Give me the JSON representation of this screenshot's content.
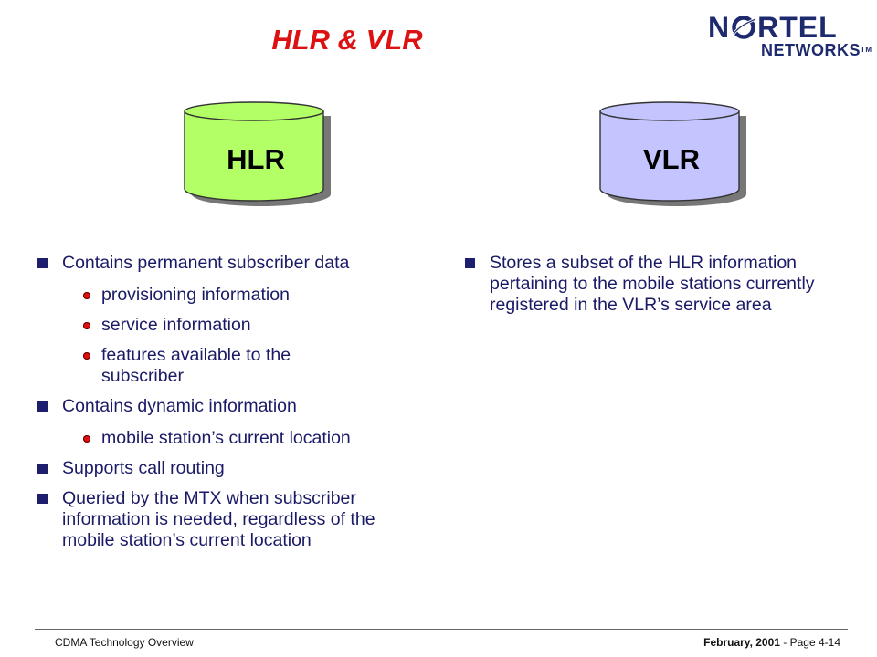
{
  "slide": {
    "title": "HLR & VLR"
  },
  "logo": {
    "line1_a": "N",
    "line1_b": "RTEL",
    "line2": "NETWORKS",
    "trademark": "TM"
  },
  "cylinders": {
    "hlr": {
      "label": "HLR",
      "color": "#b3ff66"
    },
    "vlr": {
      "label": "VLR",
      "color": "#c4c4ff"
    }
  },
  "left_column": {
    "b1": "Contains permanent subscriber data",
    "b1_sub1": "provisioning information",
    "b1_sub2": "service information",
    "b1_sub3": "features available to the subscriber",
    "b2": "Contains dynamic information",
    "b2_sub1": "mobile station’s current location",
    "b3": "Supports call routing",
    "b4": "Queried by the MTX when subscriber information is needed, regardless of the mobile station’s current location"
  },
  "right_column": {
    "b1": "Stores a subset of the HLR information pertaining to the mobile stations currently registered in the VLR’s service area"
  },
  "footer": {
    "left": "CDMA Technology Overview",
    "date": "February, 2001",
    "separator": " - ",
    "page": "Page 4-14"
  }
}
